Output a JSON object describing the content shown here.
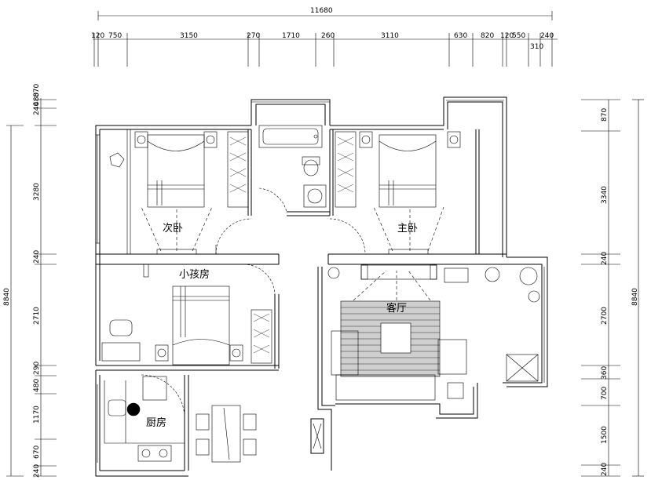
{
  "dimensions": {
    "top_total": "11680",
    "top_segments": [
      "120",
      "750",
      "3150",
      "270",
      "1710",
      "260",
      "3110",
      "630",
      "820",
      "120",
      "550",
      "240",
      "310"
    ],
    "left_total": "8840",
    "left_segments": [
      "240",
      "480",
      "870",
      "3280",
      "240",
      "2710",
      "290",
      "480",
      "1170",
      "670",
      "240"
    ],
    "right_total": "8840",
    "right_segments": [
      "870",
      "3340",
      "240",
      "2700",
      "360",
      "700",
      "1500",
      "240"
    ]
  },
  "rooms": {
    "second_bedroom": "次卧",
    "master_bedroom": "主卧",
    "kids_room": "小孩房",
    "living_room": "客厅",
    "kitchen": "厨房"
  }
}
